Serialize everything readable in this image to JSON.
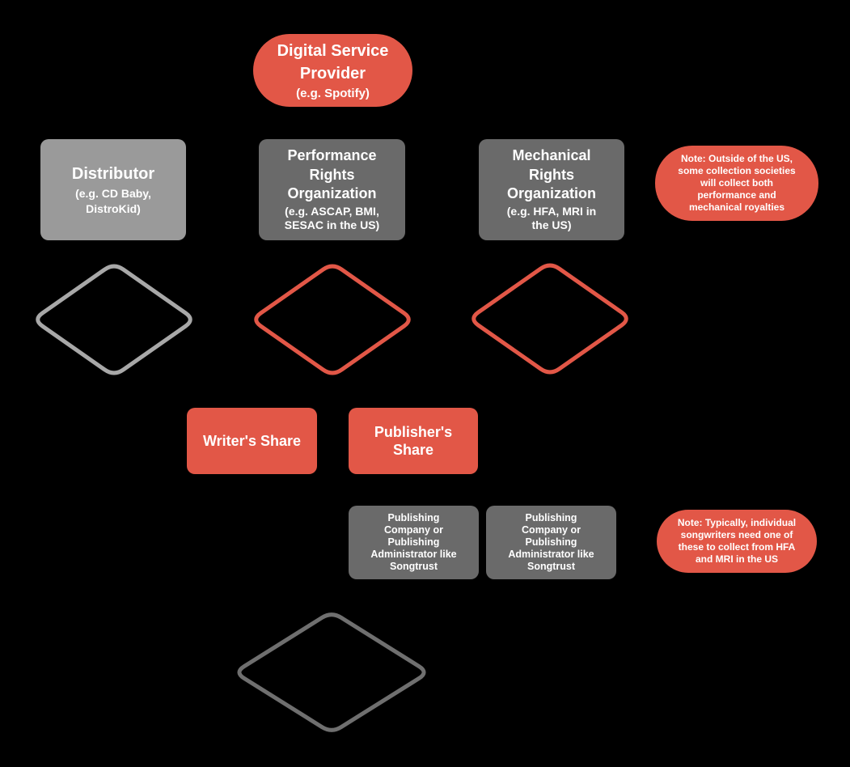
{
  "colors": {
    "background": "#000000",
    "red": "#E25747",
    "gray_light": "#9A9A9A",
    "gray_dark": "#6A6A6A",
    "text": "#FFFFFF"
  },
  "nodes": {
    "dsp": {
      "title": "Digital Service\nProvider",
      "subtitle": "(e.g. Spotify)"
    },
    "distributor": {
      "title": "Distributor",
      "subtitle": "(e.g. CD Baby,\nDistroKid)"
    },
    "pro": {
      "title": "Performance\nRights\nOrganization",
      "subtitle": "(e.g. ASCAP, BMI,\nSESAC in the US)"
    },
    "mro": {
      "title": "Mechanical\nRights\nOrganization",
      "subtitle": "(e.g. HFA, MRI in\nthe US)"
    },
    "note_top": {
      "text": "Note: Outside of the US,\nsome collection societies\nwill collect both\nperformance and\nmechanical royalties"
    },
    "writers_share": {
      "title": "Writer's Share"
    },
    "publishers_share": {
      "title": "Publisher's\nShare"
    },
    "publishing_left": {
      "text": "Publishing\nCompany or\nPublishing\nAdministrator like\nSongtrust"
    },
    "publishing_right": {
      "text": "Publishing\nCompany or\nPublishing\nAdministrator like\nSongtrust"
    },
    "note_bottom": {
      "text": "Note: Typically, individual\nsongwriters need one of\nthese to collect from HFA\nand MRI in the US"
    }
  },
  "shapes": {
    "diamond_distributor": {
      "outline": "#A8A8A8"
    },
    "diamond_pro": {
      "outline": "#E25747"
    },
    "diamond_mro": {
      "outline": "#E25747"
    },
    "diamond_bottom": {
      "outline": "#6F6F6F"
    }
  }
}
